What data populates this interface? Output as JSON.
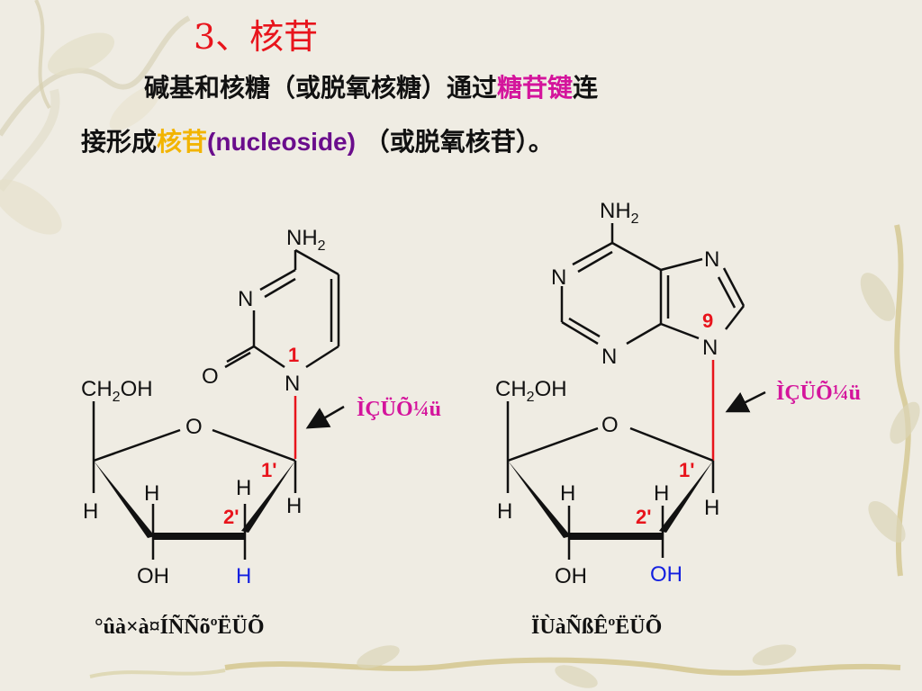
{
  "heading": "3、核苷",
  "paragraph": {
    "line1_prefix": "碱基和核糖（或脱氧核糖）通过",
    "line1_highlight": "糖苷键",
    "line1_suffix": "连",
    "line2_prefix": "接形成",
    "line2_highlight": "核苷",
    "line2_term": "(nucleoside)",
    "line2_suffix": " （或脱氧核苷）。"
  },
  "colors": {
    "heading": "#e8141c",
    "glycosidic_bond": "#d4149c",
    "nucleoside_word": "#f2b400",
    "term": "#6a0d8c",
    "bond_line": "#e8141c",
    "position_numbers": "#e8141c",
    "deoxy_h": "#1420e0",
    "ribose_oh": "#1420e0"
  },
  "left_molecule": {
    "base_amino": "NH",
    "base_amino_sub": "2",
    "ring_n3": "N",
    "ring_n1": "N",
    "carbonyl_o": "O",
    "position_1": "1",
    "sugar_ch2oh_a": "CH",
    "sugar_ch2oh_sub": "2",
    "sugar_ch2oh_b": "OH",
    "ring_o": "O",
    "position_1_prime": "1'",
    "position_2_prime": "2'",
    "h_c4": "H",
    "h_c3_top": "H",
    "h_c2_top": "H",
    "h_c1": "H",
    "oh_c3": "OH",
    "h_c2_bottom": "H",
    "bond_label": "ÌÇÜÕ¼ü",
    "caption": "°ûà×à¤ÍÑÑõºËÜÕ"
  },
  "right_molecule": {
    "base_amino": "NH",
    "base_amino_sub": "2",
    "ring_n1": "N",
    "ring_n3": "N",
    "ring_n7": "N",
    "ring_n9": "N",
    "position_9": "9",
    "sugar_ch2oh_a": "CH",
    "sugar_ch2oh_sub": "2",
    "sugar_ch2oh_b": "OH",
    "ring_o": "O",
    "position_1_prime": "1'",
    "position_2_prime": "2'",
    "h_c4": "H",
    "h_c3_top": "H",
    "h_c2_top": "H",
    "h_c1": "H",
    "oh_c3": "OH",
    "oh_c2": "OH",
    "bond_label": "ÌÇÜÕ¼ü",
    "caption": "ÏÙàÑßÊºËÜÕ"
  }
}
